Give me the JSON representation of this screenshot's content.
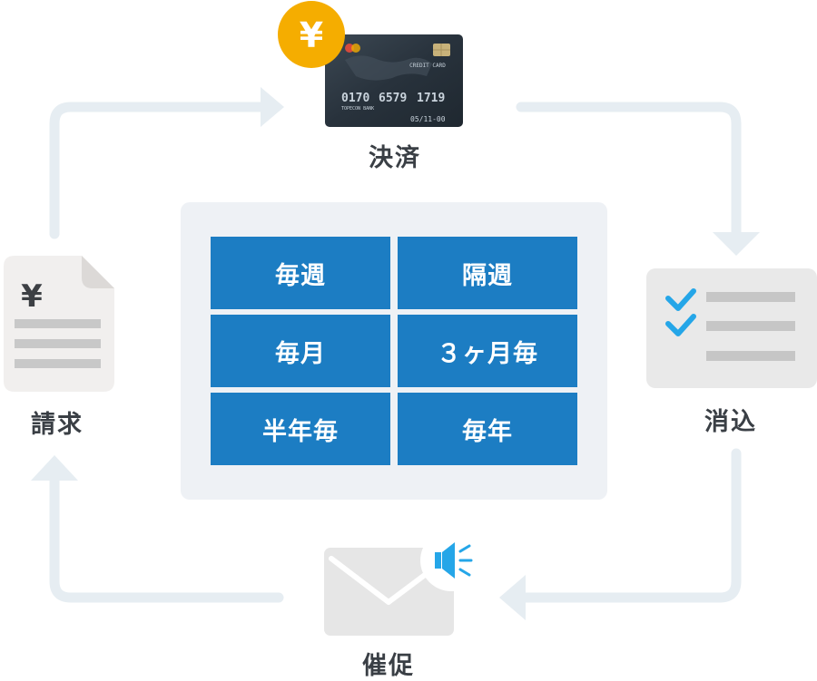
{
  "labels": {
    "payment": "決済",
    "invoice": "請求",
    "reconcile": "消込",
    "reminder": "催促"
  },
  "frequencies": [
    "毎週",
    "隔週",
    "毎月",
    "３ヶ月毎",
    "半年毎",
    "毎年"
  ],
  "credit_card": {
    "header": "CREDIT CARD",
    "number": [
      "0170",
      "6579",
      "1719"
    ],
    "bank": "TOPECON BANK",
    "expiry": "05/11-00"
  },
  "currency_symbol": "¥",
  "icons": {
    "coin": "yen-coin-icon",
    "card": "credit-card-icon",
    "invoice": "invoice-document-icon",
    "checklist": "checklist-icon",
    "envelope": "envelope-icon",
    "megaphone": "megaphone-icon"
  },
  "colors": {
    "flow_arrow": "#e6edf2",
    "cell_blue": "#1c7dc3",
    "panel_bg": "#eef1f5",
    "coin_gold": "#f5ad00",
    "check_blue": "#25a6e8",
    "label_text": "#3a3f45"
  }
}
